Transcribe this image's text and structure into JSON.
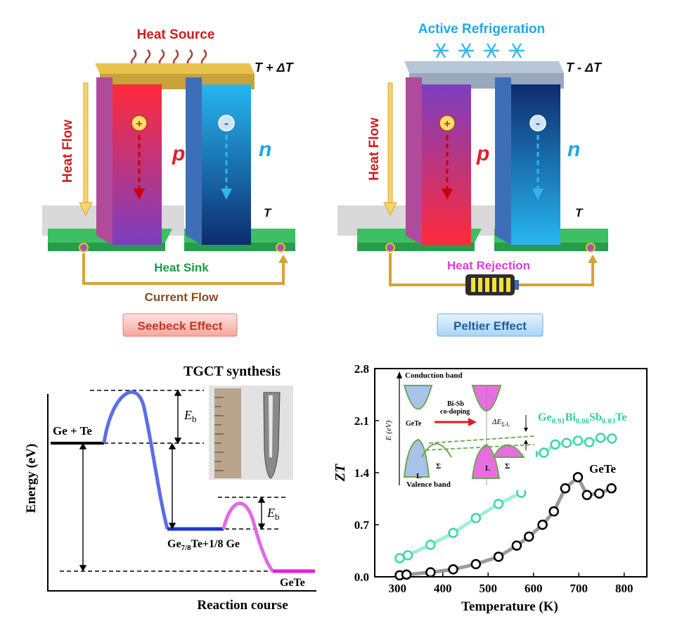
{
  "seebeck": {
    "title": "Heat Source",
    "hot_label": "T + ΔT",
    "cold_label": "T",
    "heat_flow": "Heat Flow",
    "p_label": "p",
    "n_label": "n",
    "plus": "+",
    "minus": "-",
    "sink": "Heat Sink",
    "current": "Current Flow",
    "badge": "Seebeck Effect"
  },
  "peltier": {
    "title": "Active Refrigeration",
    "top_label": "T - ΔT",
    "bottom_label": "T",
    "heat_flow": "Heat Flow",
    "p_label": "p",
    "n_label": "n",
    "plus": "+",
    "minus": "-",
    "rejection": "Heat Rejection",
    "badge": "Peltier Effect"
  },
  "energy": {
    "title": "TGCT synthesis",
    "ylabel": "Energy (eV)",
    "xlabel": "Reaction course",
    "eb": "E",
    "eb_sub": "b",
    "start": "Ge + Te",
    "mid_a": "Ge",
    "mid_sub": "7/8",
    "mid_b": "Te+1/8 Ge",
    "end": "GeTe",
    "colors": {
      "blue": "#5b6ee8",
      "magenta": "#e36be3"
    }
  },
  "zt": {
    "inset": {
      "conduction": "Conduction band",
      "valence": "Valence band",
      "gete": "GeTe",
      "dop1": "Bi-Sb",
      "dop2": "co-doping",
      "L": "L",
      "sigma": "Σ",
      "ylabel": "E (eV)",
      "de": "ΔE",
      "de_sub": "Σ-L"
    },
    "label_gete": "GeTe",
    "label_doped": [
      "Ge",
      "0.91",
      "Bi",
      "0.06",
      "Sb",
      "0.03",
      "Te"
    ]
  },
  "chart_data": {
    "type": "line",
    "xlabel": "Temperature (K)",
    "ylabel": "ZT",
    "xlim": [
      250,
      850
    ],
    "ylim": [
      0,
      2.8
    ],
    "xticks": [
      "300",
      "400",
      "500",
      "600",
      "700",
      "800"
    ],
    "yticks": [
      "0.0",
      "0.7",
      "1.4",
      "2.1",
      "2.8"
    ],
    "series": [
      {
        "name": "Ge0.91Bi0.06Sb0.03Te",
        "color": "#3dd6a8",
        "x": [
          305,
          323,
          373,
          423,
          473,
          523,
          573,
          598,
          623,
          648,
          673,
          698,
          723,
          748,
          773
        ],
        "y": [
          0.25,
          0.29,
          0.43,
          0.59,
          0.79,
          0.98,
          1.13,
          1.65,
          1.67,
          1.78,
          1.8,
          1.83,
          1.81,
          1.87,
          1.86
        ]
      },
      {
        "name": "GeTe",
        "color": "#000000",
        "x": [
          305,
          320,
          373,
          423,
          473,
          523,
          563,
          590,
          620,
          645,
          670,
          698,
          718,
          745,
          772
        ],
        "y": [
          0.02,
          0.03,
          0.06,
          0.1,
          0.17,
          0.27,
          0.42,
          0.54,
          0.7,
          0.88,
          1.19,
          1.34,
          1.1,
          1.12,
          1.19
        ]
      }
    ]
  }
}
